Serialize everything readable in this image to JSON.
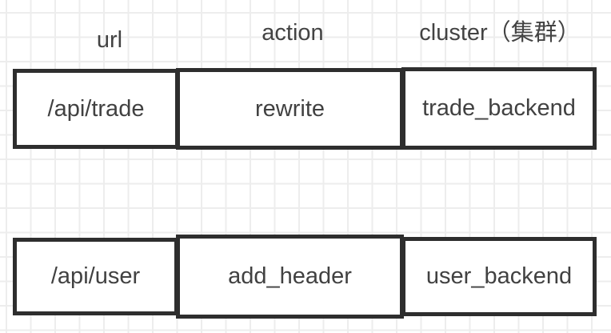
{
  "canvas": {
    "background_color": "#ffffff",
    "grid_color": "#ededed",
    "box_border_color": "#2e2e2e",
    "text_color": "#414141"
  },
  "headers": [
    {
      "key": "url",
      "label": "url"
    },
    {
      "key": "action",
      "label": "action"
    },
    {
      "key": "cluster",
      "label": "cluster（集群）"
    }
  ],
  "rows": [
    {
      "url": "/api/trade",
      "action": "rewrite",
      "cluster": "trade_backend"
    },
    {
      "url": "/api/user",
      "action": "add_header",
      "cluster": "user_backend"
    }
  ]
}
